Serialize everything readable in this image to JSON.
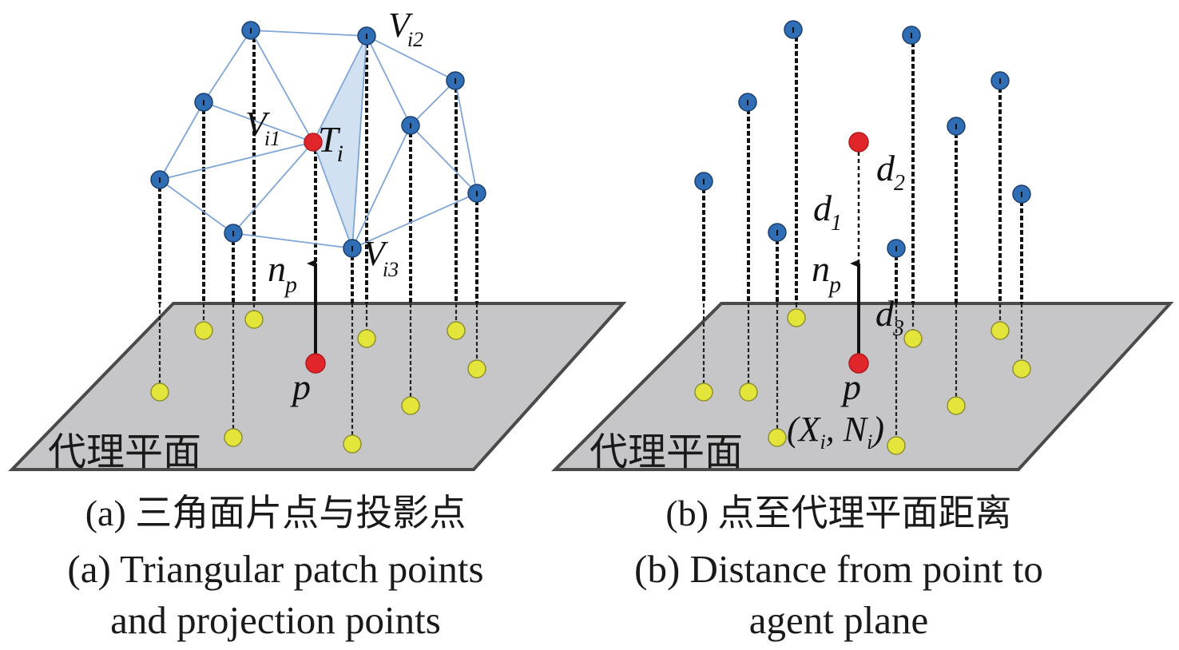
{
  "colors": {
    "plane_fill": "#c6c5c8",
    "plane_stroke": "#4a4a4a",
    "blue_point": "#2f6db5",
    "red_point": "#e0262a",
    "yellow_point": "#e4e53a",
    "mesh_edge": "#7fa6d6",
    "triangle_fill": "#c9dcee"
  },
  "panel_a": {
    "plane_label": "代理平面",
    "labels": {
      "v1_main": "V",
      "v1_sub": "i1",
      "v2_main": "V",
      "v2_sub": "i2",
      "v3_main": "V",
      "v3_sub": "i3",
      "t_main": "T",
      "t_sub": "i",
      "n_main": "n",
      "n_sub": "p",
      "p": "p"
    },
    "caption_cn": "(a) 三角面片点与投影点",
    "caption_en_line1": "(a) Triangular patch points",
    "caption_en_line2": "and projection points"
  },
  "panel_b": {
    "plane_label": "代理平面",
    "labels": {
      "d1_main": "d",
      "d1_sub": "1",
      "d2_main": "d",
      "d2_sub": "2",
      "d3_main": "d",
      "d3_sub": "3",
      "n_main": "n",
      "n_sub": "p",
      "p": "p",
      "xn_open": "(X",
      "xn_sub1": "i",
      "xn_mid": ", N",
      "xn_sub2": "i",
      "xn_close": ")"
    },
    "caption_cn": "(b) 点至代理平面距离",
    "caption_en_line1": "(b) Distance from point to",
    "caption_en_line2": "agent plane"
  }
}
